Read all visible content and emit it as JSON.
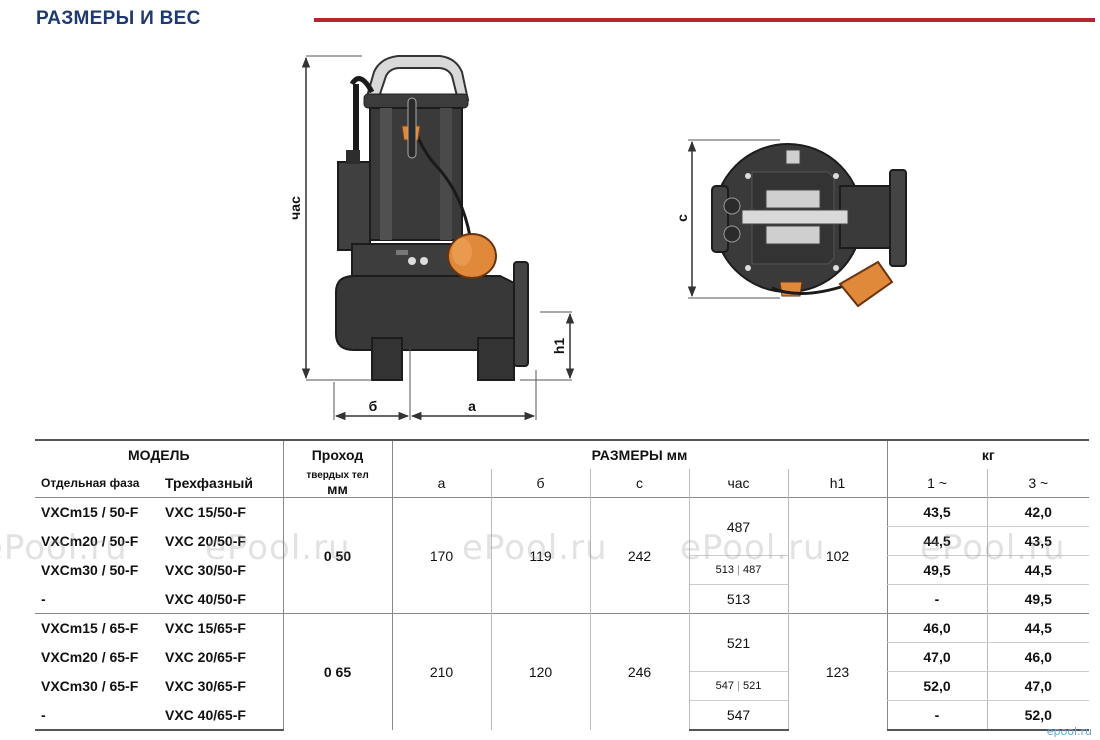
{
  "header": {
    "title": "РАЗМЕРЫ И ВЕС"
  },
  "drawing_labels": {
    "h": "час",
    "h1": "h1",
    "b": "б",
    "a": "а",
    "c": "c"
  },
  "table": {
    "model_header": "МОДЕЛЬ",
    "single_phase": "Отдельная фаза",
    "three_phase": "Трехфазный",
    "passage_header": "Проход",
    "passage_sub": "твердых тел",
    "passage_unit": "мм",
    "dims_header": "РАЗМЕРЫ мм",
    "dim_cols": [
      "а",
      "б",
      "c",
      "час",
      "h1"
    ],
    "kg_header": "кг",
    "kg_cols": [
      "1 ~",
      "3 ~"
    ],
    "groups": [
      {
        "passage": "0 50",
        "a": "170",
        "b": "119",
        "c": "242",
        "h1": "102",
        "h_single": "487",
        "h_pair": [
          "513",
          "487"
        ],
        "h_last": "513",
        "rows": [
          {
            "single": "VXCm15 / 50-F",
            "three": "VXC 15/50-F",
            "kg1": "43,5",
            "kg3": "42,0"
          },
          {
            "single": "VXCm20 / 50-F",
            "three": "VXC 20/50-F",
            "kg1": "44,5",
            "kg3": "43,5"
          },
          {
            "single": "VXCm30 / 50-F",
            "three": "VXC 30/50-F",
            "kg1": "49,5",
            "kg3": "44,5"
          },
          {
            "single": "-",
            "three": "VXC 40/50-F",
            "kg1": "-",
            "kg3": "49,5"
          }
        ]
      },
      {
        "passage": "0 65",
        "a": "210",
        "b": "120",
        "c": "246",
        "h1": "123",
        "h_single": "521",
        "h_pair": [
          "547",
          "521"
        ],
        "h_last": "547",
        "rows": [
          {
            "single": "VXCm15 / 65-F",
            "three": "VXC 15/65-F",
            "kg1": "46,0",
            "kg3": "44,5"
          },
          {
            "single": "VXCm20 / 65-F",
            "three": "VXC 20/65-F",
            "kg1": "47,0",
            "kg3": "46,0"
          },
          {
            "single": "VXCm30 / 65-F",
            "three": "VXC 30/65-F",
            "kg1": "52,0",
            "kg3": "47,0"
          },
          {
            "single": "-",
            "three": "VXC 40/65-F",
            "kg1": "-",
            "kg3": "52,0"
          }
        ]
      }
    ]
  },
  "watermarks": [
    "ePool.ru",
    "ePool.ru",
    "ePool.ru",
    "ePool.ru",
    "ePool.ru"
  ],
  "corner_logo": "epool.ru"
}
